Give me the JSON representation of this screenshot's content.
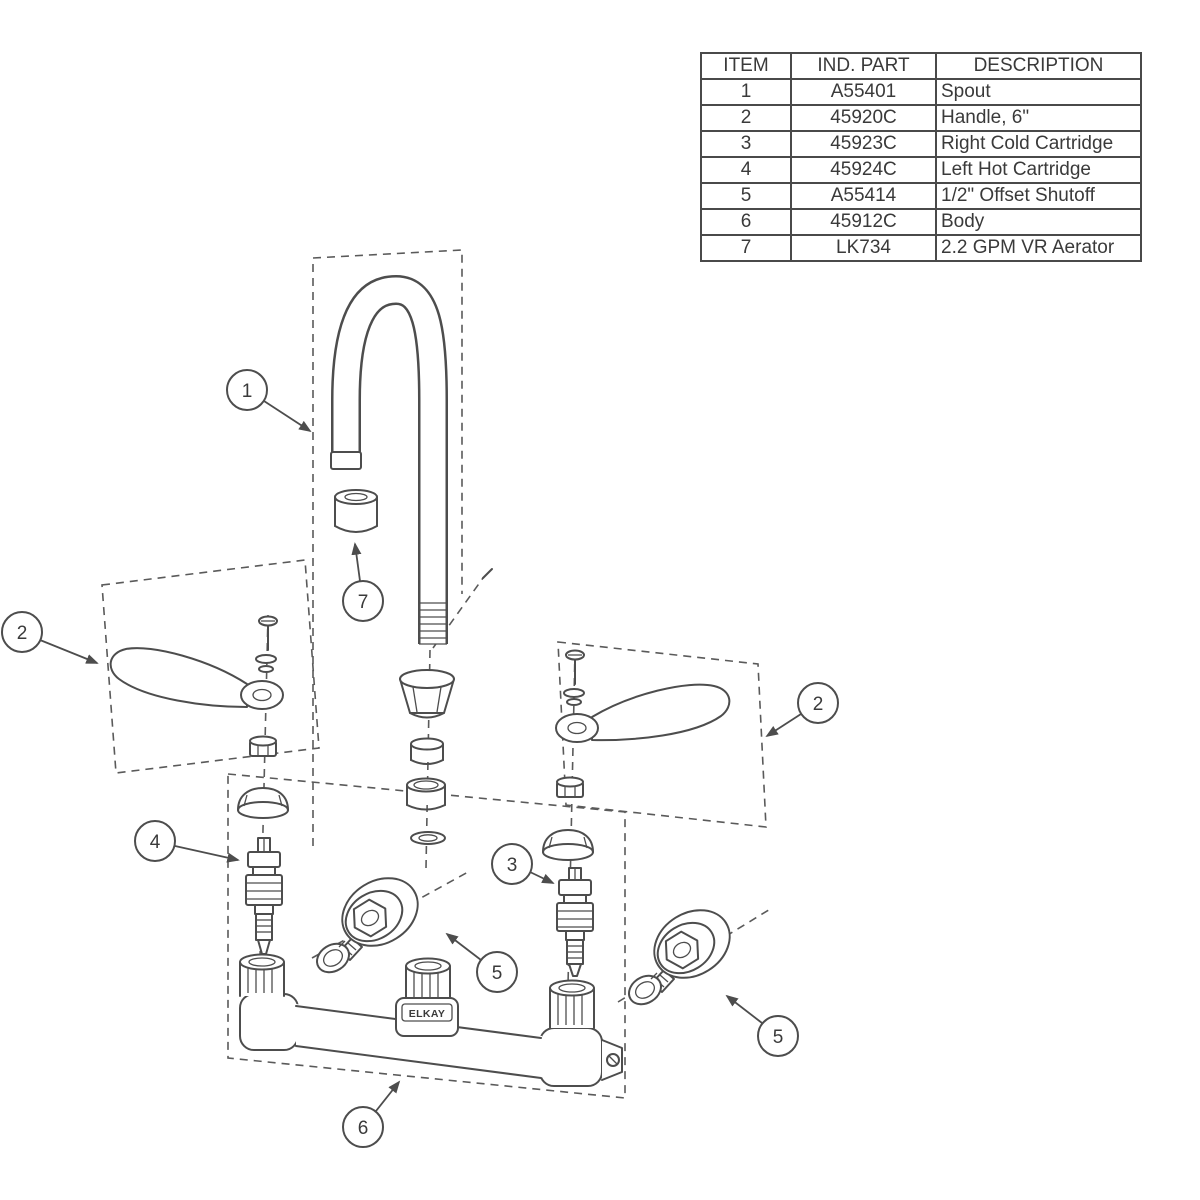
{
  "colors": {
    "background": "#ffffff",
    "line": "#4d4d4d",
    "text": "#3a3a3a"
  },
  "parts_table": {
    "headers": [
      "ITEM",
      "IND. PART",
      "DESCRIPTION"
    ],
    "rows": [
      {
        "item": "1",
        "part": "A55401",
        "description": "Spout"
      },
      {
        "item": "2",
        "part": "45920C",
        "description": "Handle, 6\""
      },
      {
        "item": "3",
        "part": "45923C",
        "description": "Right Cold Cartridge"
      },
      {
        "item": "4",
        "part": "45924C",
        "description": "Left Hot Cartridge"
      },
      {
        "item": "5",
        "part": "A55414",
        "description": "1/2\" Offset Shutoff"
      },
      {
        "item": "6",
        "part": "45912C",
        "description": "Body"
      },
      {
        "item": "7",
        "part": "LK734",
        "description": "2.2 GPM VR Aerator"
      }
    ]
  },
  "diagram": {
    "brand_label": "ELKAY",
    "callouts": {
      "spout": "1",
      "handle_left": "2",
      "handle_right": "2",
      "right_cold_cartridge": "3",
      "left_hot_cartridge": "4",
      "shutoff_left": "5",
      "shutoff_right": "5",
      "body": "6",
      "aerator": "7"
    }
  }
}
